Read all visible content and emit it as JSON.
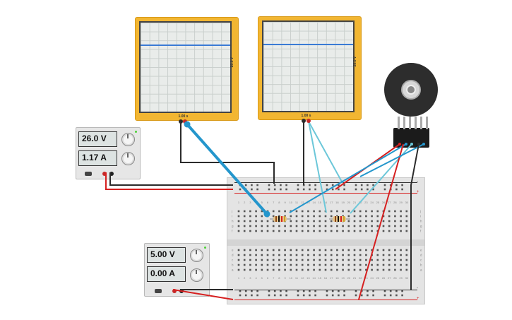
{
  "scope_left": {
    "time_div": "1.00 s",
    "volt_div": "20.0 V"
  },
  "scope_right": {
    "time_div": "1.00 s",
    "volt_div": "20.0 V"
  },
  "psu_top": {
    "voltage": "26.0 V",
    "current": "1.17 A"
  },
  "psu_bottom": {
    "voltage": "5.00 V",
    "current": "0.00 A"
  },
  "breadboard": {
    "columns": [
      "1",
      "2",
      "3",
      "4",
      "5",
      "6",
      "7",
      "8",
      "9",
      "10",
      "11",
      "12",
      "13",
      "14",
      "15",
      "16",
      "17",
      "18",
      "19",
      "20",
      "21",
      "22",
      "23",
      "24",
      "25",
      "26",
      "27",
      "28",
      "29",
      "30"
    ],
    "rows_top": [
      "j",
      "i",
      "h",
      "g",
      "f"
    ],
    "rows_bottom": [
      "e",
      "d",
      "c",
      "b",
      "a"
    ],
    "rail_plus": "+",
    "rail_minus": "-"
  },
  "colors": {
    "scope_body": "#f2b632",
    "trace": "#3a7bd5",
    "wire_red": "#d62020",
    "wire_black": "#2b2b2b",
    "wire_blue": "#2496cc",
    "wire_lightblue": "#6cc7d9",
    "led_green": "#4cd137"
  },
  "icons": {
    "power_switch": "switch-icon",
    "knob": "knob-icon",
    "potentiometer": "rotary-pot-icon"
  }
}
